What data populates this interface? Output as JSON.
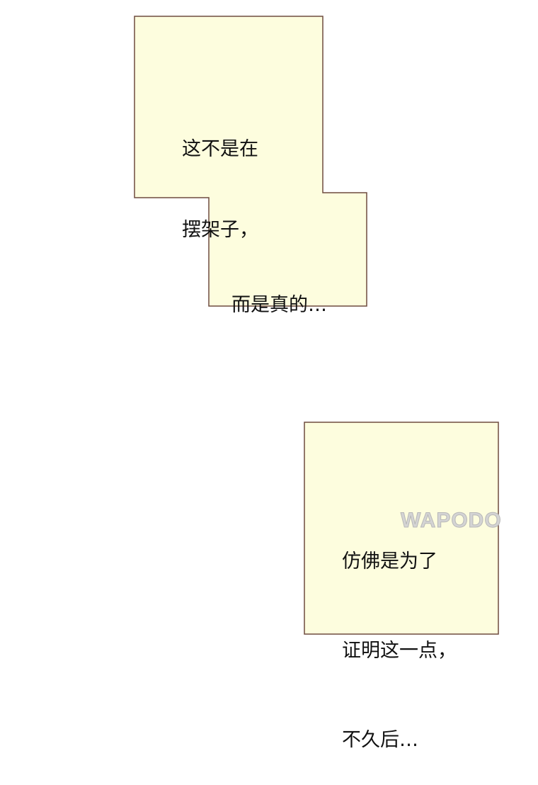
{
  "colors": {
    "box_fill": "#fdfdde",
    "box_border": "#6e4b3e"
  },
  "narration_boxes": [
    {
      "lines": [
        "这不是在",
        "摆架子，"
      ]
    },
    {
      "lines": [
        "而是真的…"
      ]
    },
    {
      "lines": [
        "仿佛是为了",
        "证明这一点，",
        "不久后…"
      ]
    }
  ],
  "watermark": "WAPODO"
}
